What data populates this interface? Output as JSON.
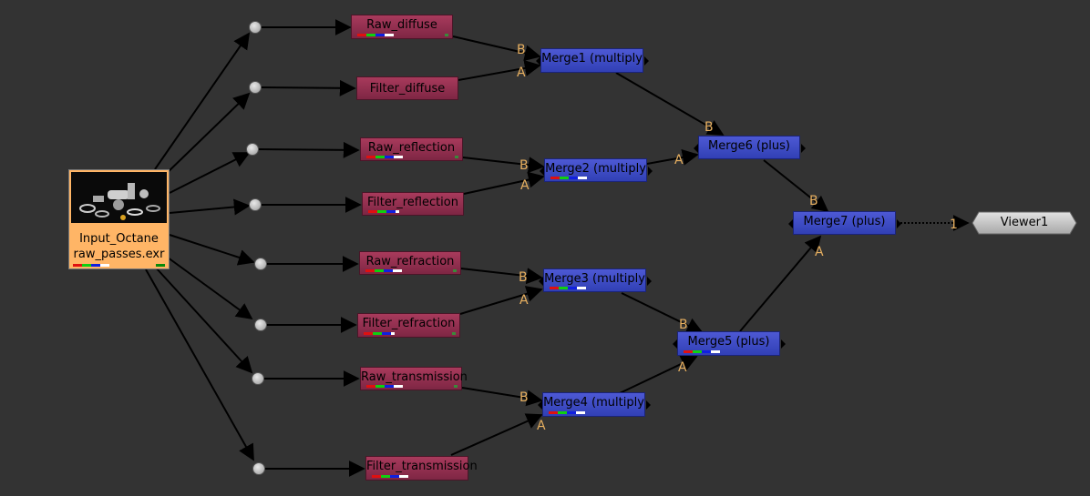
{
  "read_node": {
    "label_line1": "Input_Octane",
    "label_line2": "raw_passes.exr",
    "thumbnail_icon": "mechanical-parts-icon"
  },
  "shuffle_nodes": {
    "raw_diffuse": "Raw_diffuse",
    "filter_diffuse": "Filter_diffuse",
    "raw_reflection": "Raw_reflection",
    "filter_reflection": "Filter_reflection",
    "raw_refraction": "Raw_refraction",
    "filter_refraction": "Filter_refraction",
    "raw_transmission": "Raw_transmission",
    "filter_transmission": "Filter_transmission"
  },
  "merge_nodes": {
    "merge1": "Merge1 (multiply",
    "merge2": "Merge2 (multiply",
    "merge3": "Merge3 (multiply",
    "merge4": "Merge4 (multiply",
    "merge5": "Merge5 (plus)",
    "merge6": "Merge6 (plus)",
    "merge7": "Merge7 (plus)"
  },
  "viewer_node": {
    "label": "Viewer1",
    "input_number": "1"
  },
  "input_labels": {
    "b": "B",
    "a": "A"
  },
  "colors": {
    "background": "#333333",
    "shuffle_node": "#9a3152",
    "merge_node": "#3f4cc8",
    "read_node": "#ffb566",
    "input_label": "#e8b060",
    "viewer_node": "#c8c8c8"
  }
}
